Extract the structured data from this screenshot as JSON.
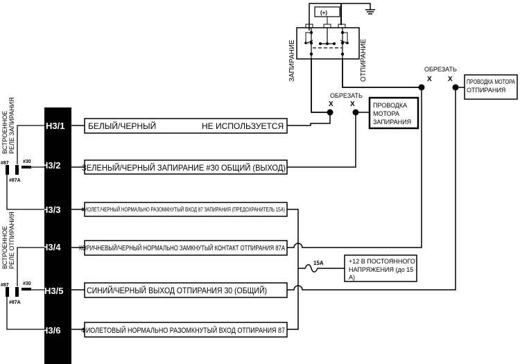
{
  "connector": {
    "pins": [
      "H3/1",
      "H3/2",
      "H3/3",
      "H3/4",
      "H3/5",
      "H3/6"
    ]
  },
  "wires": [
    {
      "pin": "H3/1",
      "label_left": "БЕЛЫЙ/ЧЕРНЫЙ",
      "label_right": "НЕ ИСПОЛЬЗУЕТСЯ"
    },
    {
      "pin": "H3/2",
      "label": "ЗЕЛЕНЫЙ/ЧЕРНЫЙ ЗАПИРАНИЕ #30 ОБЩИЙ (ВЫХОД)"
    },
    {
      "pin": "H3/3",
      "label": "ФИОЛЕТ./ЧЕРНЫЙ НОРМАЛЬНО РАЗОМКНУТЫЙ ВХОД 87 ЗАПИРАНИЯ (ПРЕДОХРАНИТЕЛЬ 15А)"
    },
    {
      "pin": "H3/4",
      "label": "КОРИЧНЕВЫЙ/ЧЕРНЫЙ НОРМАЛЬНО ЗАМКНУТЫЙ КОНТАКТ ОТПИРАНИЯ 87А"
    },
    {
      "pin": "H3/5",
      "label": "СИНИЙ/ЧЕРНЫЙ ВЫХОД ОТПИРАНИЯ 30 (ОБЩИЙ)"
    },
    {
      "pin": "H3/6",
      "label": "ФИОЛЕТОВЫЙ НОРМАЛЬНО РАЗОМКНУТЫЙ ВХОД ОТПИРАНИЯ 87"
    }
  ],
  "relays": {
    "lock": {
      "title_line1": "ВСТРОЕННОЕ",
      "title_line2": "РЕЛЕ ЗАПИРАНИЯ",
      "t87": "#87",
      "t87a": "#87A",
      "t30": "#30"
    },
    "unlock": {
      "title_line1": "ВСТРОЕННОЕ",
      "title_line2": "РЕЛЕ ОТПИРАНИЯ",
      "t87": "#87",
      "t87a": "#87A",
      "t30": "#30"
    }
  },
  "actuator": {
    "power_label": "(+)",
    "lock_label": "ЗАПИРАНИЕ",
    "unlock_label": "ОТПИРАНИЕ"
  },
  "cuts": {
    "cut1": "ОБРЕЗАТЬ",
    "cut2": "ОБРЕЗАТЬ",
    "x_mark": "X"
  },
  "boxes": {
    "lock_motor": [
      "ПРОВОДКА",
      "МОТОРА",
      "ЗАПИРАНИЯ"
    ],
    "unlock_motor": [
      "ПРОВОДКА МОТОРА",
      "ОТПИРАНИЯ"
    ],
    "power": [
      "+12 В ПОСТОЯННОГО",
      "НАПРЯЖЕНИЯ (до 15",
      "А)"
    ]
  },
  "fuse": {
    "label": "15A"
  }
}
